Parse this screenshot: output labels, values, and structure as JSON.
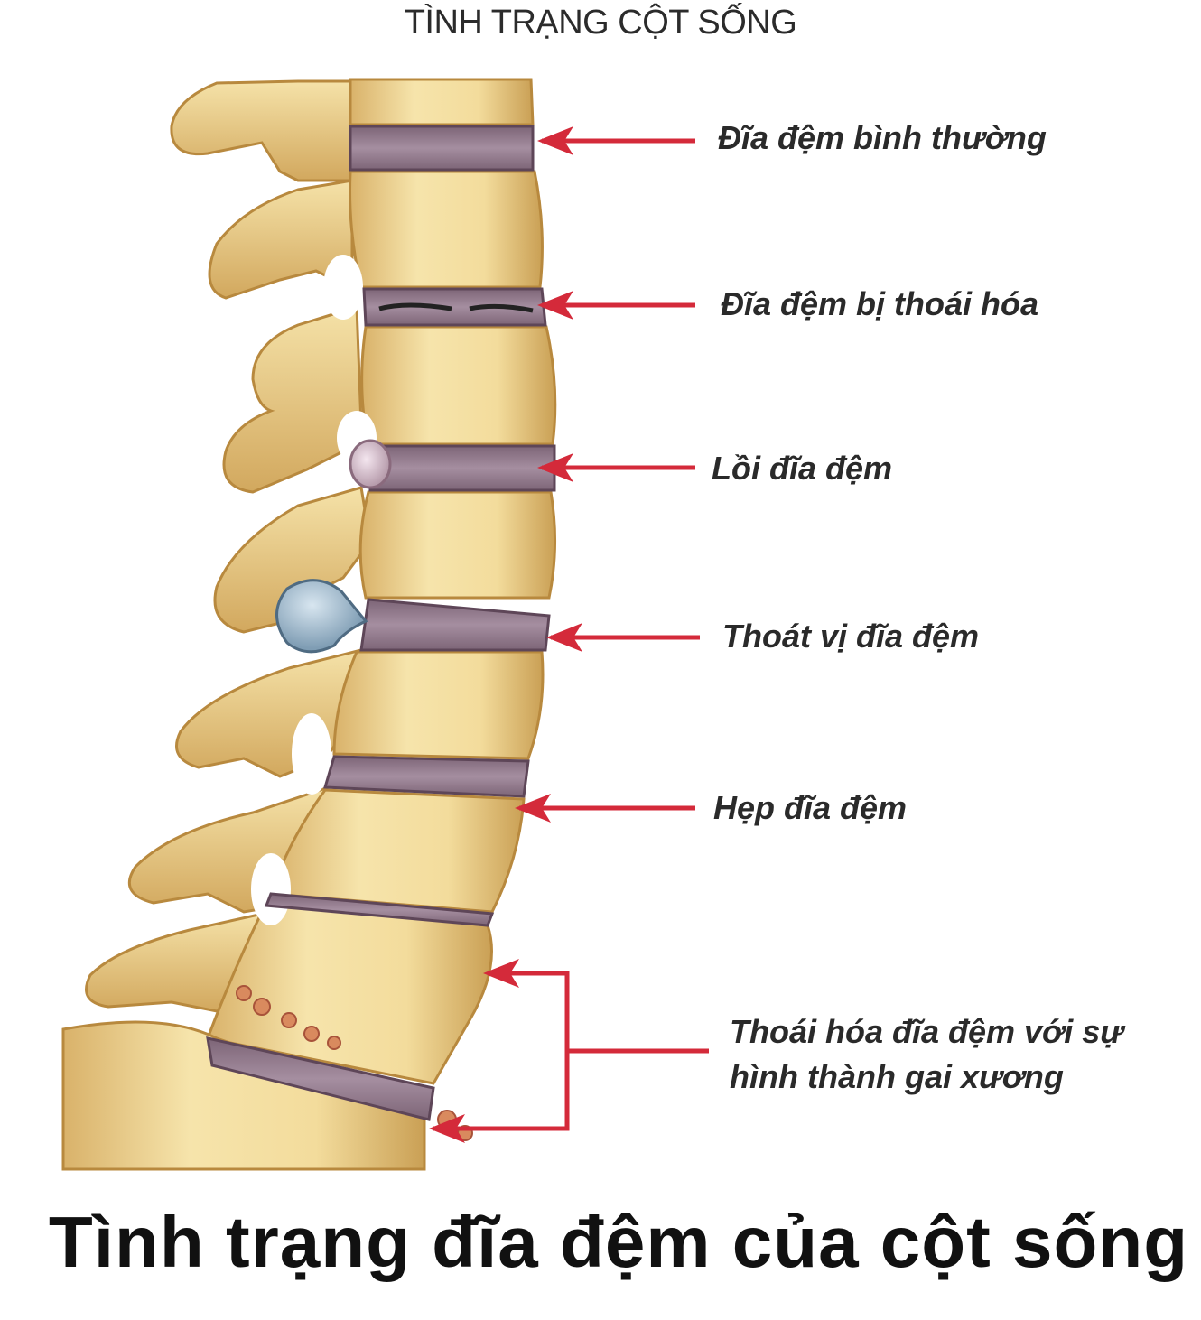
{
  "title": "TÌNH TRẠNG CỘT SỐNG",
  "caption": "Tình trạng đĩa đệm của cột sống",
  "labels": {
    "normal": "Đĩa đệm bình thường",
    "degenerated": "Đĩa đệm bị thoái hóa",
    "bulging": "Lồi đĩa đệm",
    "herniated": "Thoát vị đĩa đệm",
    "narrowed": "Hẹp đĩa đệm",
    "osteophyte_line1": "Thoái hóa đĩa đệm với sự",
    "osteophyte_line2": "hình thành gai xương"
  },
  "colors": {
    "bone": "#f3dda0",
    "bone_shadow": "#c99a4a",
    "disc": "#9a7f92",
    "arrow": "#d42a3a",
    "hernia": "#9fb6c8"
  }
}
